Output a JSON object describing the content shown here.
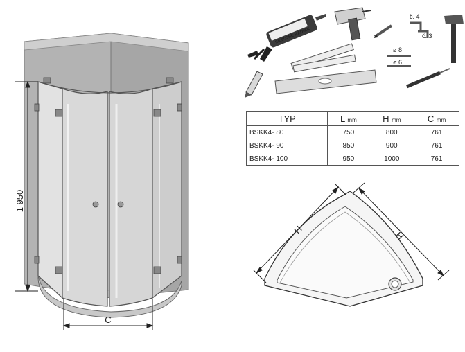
{
  "drawing": {
    "height_dim": "1 950",
    "width_dim": "C",
    "tray_dim_left": "H",
    "tray_dim_right": "H"
  },
  "tools": {
    "silicone_label": "SILIKONE RADIAK",
    "hex_key_1": "č. 4",
    "hex_key_2": "č. 3",
    "drill_bit_1": "ø 8",
    "drill_bit_2": "ø 6"
  },
  "table": {
    "headers": [
      {
        "main": "TYP",
        "sub": ""
      },
      {
        "main": "L",
        "sub": "mm"
      },
      {
        "main": "H",
        "sub": "mm"
      },
      {
        "main": "C",
        "sub": "mm"
      }
    ],
    "rows": [
      [
        "BSKK4- 80",
        "750",
        "800",
        "761"
      ],
      [
        "BSKK4- 90",
        "850",
        "900",
        "761"
      ],
      [
        "BSKK4- 100",
        "950",
        "1000",
        "761"
      ]
    ]
  }
}
